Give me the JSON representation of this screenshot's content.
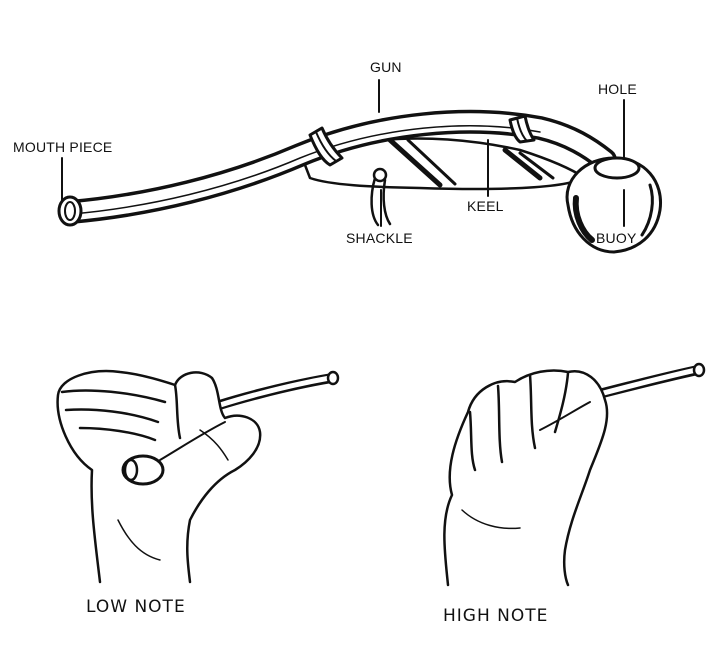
{
  "labels": {
    "gun": "GUN",
    "hole": "HOLE",
    "mouth_piece": "MOUTH PIECE",
    "keel": "KEEL",
    "shackle": "SHACKLE",
    "buoy": "BUOY"
  },
  "captions": {
    "low_note": "LOW NOTE",
    "high_note": "HIGH NOTE"
  },
  "colors": {
    "ink": "#111111",
    "background": "#ffffff"
  }
}
